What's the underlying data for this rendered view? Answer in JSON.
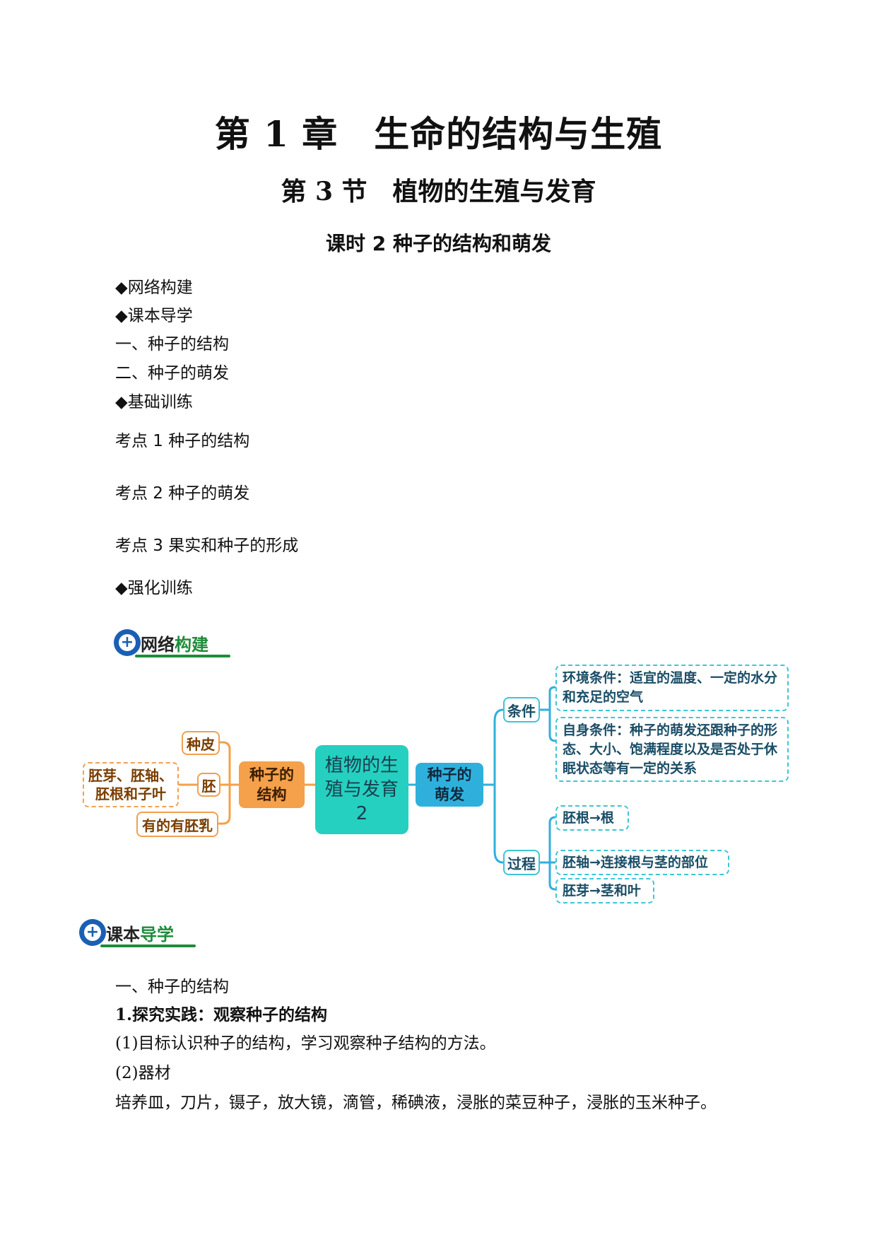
{
  "header": {
    "chapter": "第 1 章　生命的结构与生殖",
    "section": "第 3 节　植物的生殖与发育",
    "lesson": "课时 2  种子的结构和萌发"
  },
  "toc": [
    "◆网络构建",
    "◆课本导学",
    "一、种子的结构",
    "二、种子的萌发",
    "◆基础训练",
    "考点 1  种子的结构",
    "考点 2  种子的萌发",
    "考点 3  果实和种子的形成",
    "◆强化训练"
  ],
  "banners": {
    "network": {
      "plain": "网络",
      "highlight": "构建"
    },
    "guide": {
      "plain": "课本",
      "highlight": "导学"
    }
  },
  "mindmap": {
    "center": "植物的生殖与发育2",
    "left_branch": "种子的结构",
    "left_items": {
      "seed_coat": "种皮",
      "embryo": "胚",
      "embryo_parts": "胚芽、胚轴、胚根和子叶",
      "endosperm": "有的有胚乳"
    },
    "right_branch": "种子的萌发",
    "conditions_label": "条件",
    "condition_env": "环境条件：适宜的温度、一定的水分和充足的空气",
    "condition_self": "自身条件：种子的萌发还跟种子的形态、大小、饱满程度以及是否处于休眠状态等有一定的关系",
    "process_label": "过程",
    "process_steps": [
      "胚根→根",
      "胚轴→连接根与茎的部位",
      "胚芽→茎和叶"
    ]
  },
  "body": {
    "heading": "一、种子的结构",
    "subheading": "1.探究实践：观察种子的结构",
    "item1": "(1)目标认识种子的结构，学习观察种子结构的方法。",
    "item2_label": "(2)器材",
    "item2_text": "培养皿，刀片，镊子，放大镜，滴管，稀碘液，浸胀的菜豆种子，浸胀的玉米种子。"
  },
  "colors": {
    "orange": "#f5a04a",
    "teal": "#25d0c0",
    "blue": "#2fb0dc",
    "green": "#1e8c3a"
  }
}
